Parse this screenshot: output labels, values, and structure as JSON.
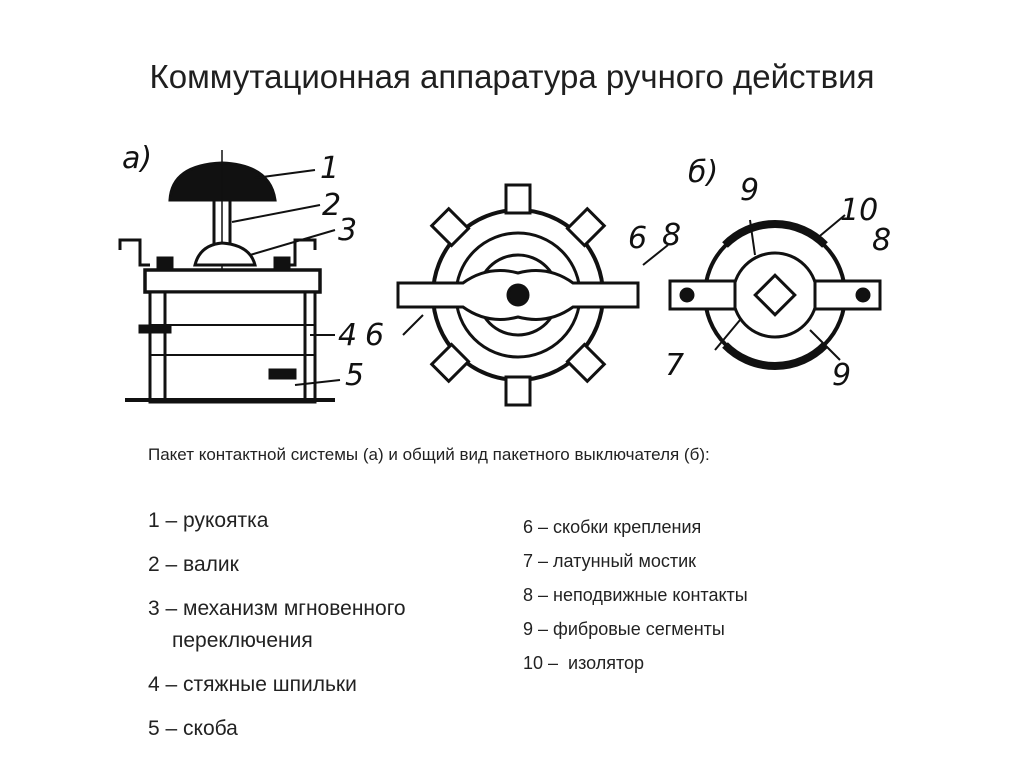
{
  "slide": {
    "title": "Коммутационная аппаратура ручного действия",
    "caption": "Пакет контактной системы (а) и общий вид пакетного выключателя (б):"
  },
  "figure": {
    "label_a": "а)",
    "label_b": "б)",
    "callouts": {
      "c1": "1",
      "c2": "2",
      "c3": "3",
      "c4": "4",
      "c5": "5",
      "c6a": "6",
      "c6b": "6",
      "c7": "7",
      "c8a": "8",
      "c8b": "8",
      "c9a": "9",
      "c9b": "9",
      "c10": "10"
    }
  },
  "legend_left": [
    {
      "text": "1 – рукоятка"
    },
    {
      "text": "2 – валик"
    },
    {
      "text": "3 – механизм мгновенного",
      "cont": "переключения"
    },
    {
      "text": "4 – стяжные шпильки"
    },
    {
      "text": "5 – скоба"
    }
  ],
  "legend_right": [
    {
      "text": "6 – скобки крепления"
    },
    {
      "text": "7 – латунный мостик"
    },
    {
      "text": "8 – неподвижные контакты"
    },
    {
      "text": "9 – фибровые сегменты"
    },
    {
      "text": "10 –  изолятор"
    }
  ]
}
